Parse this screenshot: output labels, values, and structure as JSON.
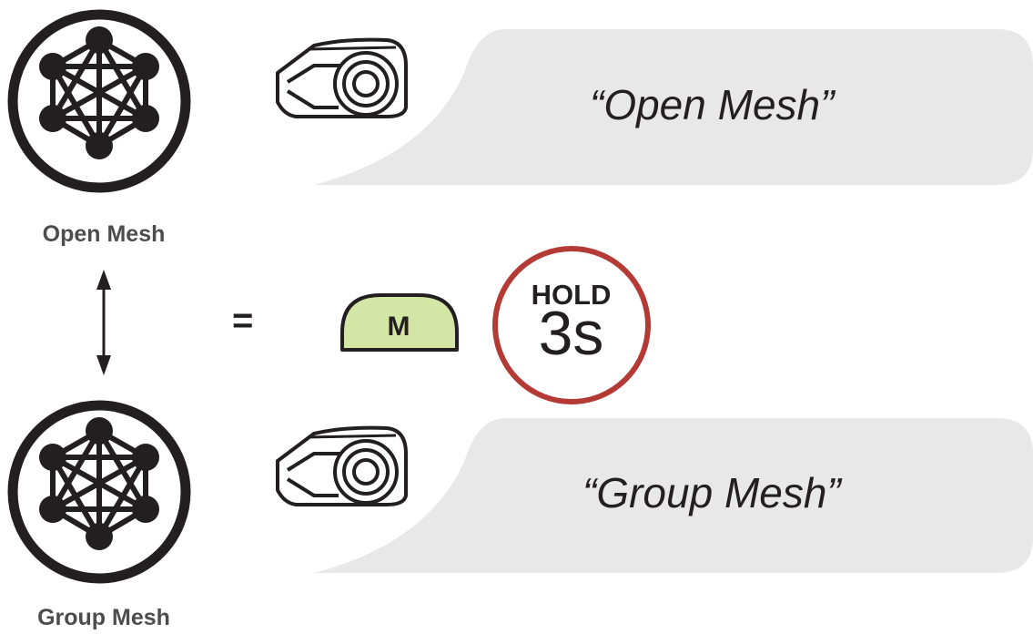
{
  "modes": [
    {
      "label": "Open Mesh",
      "announcement": "“Open Mesh”"
    },
    {
      "label": "Group Mesh",
      "announcement": "“Group Mesh”"
    }
  ],
  "toggle": {
    "equals": "=",
    "button_label": "M",
    "hold_label": "HOLD",
    "hold_duration": "3s"
  },
  "colors": {
    "button_fill": "#d4e6a5",
    "hold_ring": "#b43a35",
    "bubble_fill": "#e8e8e8",
    "icon_dark": "#231f20",
    "label_gray": "#4d4d4f"
  }
}
